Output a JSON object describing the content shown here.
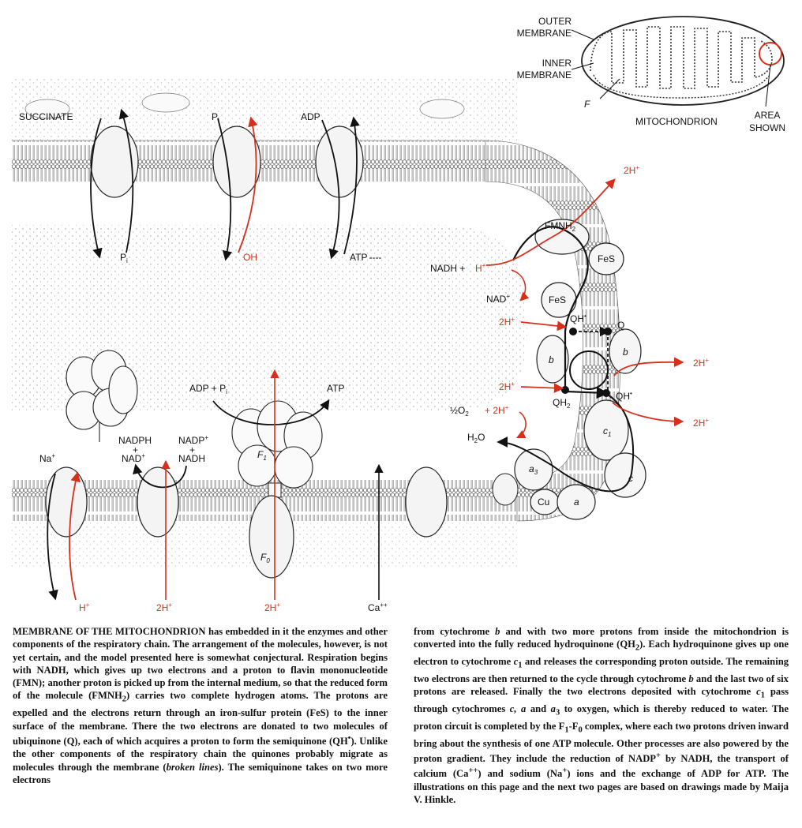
{
  "colors": {
    "proton_red": "#d6301c",
    "ink": "#111111",
    "membrane_fill": "#f1f1f1"
  },
  "inset": {
    "outer_membrane": [
      "OUTER",
      "MEMBRANE"
    ],
    "inner_membrane": [
      "INNER",
      "MEMBRANE"
    ],
    "f_label": "F",
    "mitochondrion": "MITOCHONDRION",
    "area_shown": [
      "AREA",
      "SHOWN"
    ]
  },
  "upper": {
    "succinate": "SUCCINATE",
    "pi_top": "P",
    "pi_top_sub": "i",
    "adp": "ADP",
    "pi_bottom": "P",
    "pi_bottom_sub": "i",
    "oh": "OH",
    "atp": "ATP",
    "atp_dashes": "----"
  },
  "chain": {
    "h2_top": "2H",
    "fmnh2": "FMNH",
    "fmnh2_sub": "2",
    "nadh_h": "NADH +",
    "h_plus": "H",
    "fes1": "FeS",
    "nad_plus": "NAD",
    "fes2": "FeS",
    "h2_left1": "2H",
    "qh_dot": "QH",
    "q": "Q",
    "b1": "b",
    "b2": "b",
    "h2_right1": "2H",
    "h2_left2": "2H",
    "qh2": "QH",
    "qh2_sub": "2",
    "qh_dot2": "QH",
    "half_o2": "½O",
    "half_o2_sub": "2",
    "h2_o2": "+ 2H",
    "h2o": "H",
    "h2o_sub": "2",
    "h2o_o": "O",
    "c1": "c",
    "c1_sub": "1",
    "h2_right2": "2H",
    "a3": "a",
    "a3_sub": "3",
    "c": "c",
    "cu": "Cu",
    "a": "a"
  },
  "lower": {
    "adp_pi": "ADP + P",
    "adp_pi_sub": "i",
    "atp": "ATP",
    "nadph": "NADPH",
    "plus1": "+",
    "nad_plus": "NAD",
    "nadp_plus": "NADP",
    "plus2": "+",
    "nadh": "NADH",
    "na": "Na",
    "f1": "F",
    "f1_sub": "1",
    "f0": "F",
    "f0_sub": "0",
    "h_plus": "H",
    "h2_a": "2H",
    "h2_b": "2H",
    "ca": "Ca"
  },
  "caption": {
    "left_lead": "MEMBRANE OF THE MITOCHONDRION",
    "left_p1": " has embedded in it the enzymes and other components of the respiratory chain. The arrangement of the molecules, however, is not yet certain, and the model presented here is somewhat conjectural. Respiration begins with NADH, which gives up two electrons and a proton to flavin mononucleotide (FMN); another proton is picked up from the internal medium, so that the reduced form of the molecule (FMNH",
    "left_p1_sub": "2",
    "left_p2": ") carries two complete hydrogen atoms. The protons are expelled and the electrons return through an iron-sulfur protein (FeS) to the inner surface of the membrane. There the two electrons are donated to two molecules of ubiquinone (Q), each of which acquires a proton to form the semiquinone (QH",
    "left_p2_sup": "•",
    "left_p3": "). Unlike the other components of the respiratory chain the quinones probably migrate as molecules through the membrane (",
    "left_p3_it": "broken lines",
    "left_p4": "). The semiquinone takes on two more electrons",
    "right_p1": "from cytochrome ",
    "right_p1_it": "b",
    "right_p2": " and with two more protons from inside the mitochondrion is converted into the fully reduced hydroquinone (QH",
    "right_p2_sub": "2",
    "right_p3": "). Each hydroquinone gives up one electron to cytochrome ",
    "right_p3_it": "c",
    "right_p3_sub": "1",
    "right_p4": " and releases the corresponding proton outside. The remaining two electrons are then returned to the cycle through cytochrome ",
    "right_p4_it": "b",
    "right_p5": " and the last two of six protons are released. Finally the two electrons deposited with cytochrome ",
    "right_p5_it": "c",
    "right_p5_sub": "1",
    "right_p6": " pass through cytochromes ",
    "right_p6_it1": "c, a",
    "right_p6_mid": " and ",
    "right_p6_it2": "a",
    "right_p6_sub": "3",
    "right_p7": " to oxygen, which is thereby reduced to water. The proton circuit is completed by the F",
    "right_p7_sub1": "1",
    "right_p7_mid": "-F",
    "right_p7_sub0": "0",
    "right_p8": " complex, where each two protons driven inward bring about the synthesis of one ATP molecule. Other processes are also powered by the proton gradient. They include the reduction of NADP",
    "right_p8_sup": "+",
    "right_p9": " by NADH, the transport of calcium (Ca",
    "right_p9_sup": "++",
    "right_p10": ") and sodium (Na",
    "right_p10_sup": "+",
    "right_p11": ") ions and the exchange of ADP for ATP. The illustrations on this page and the next two pages are based on drawings made by Maija V. Hinkle."
  }
}
